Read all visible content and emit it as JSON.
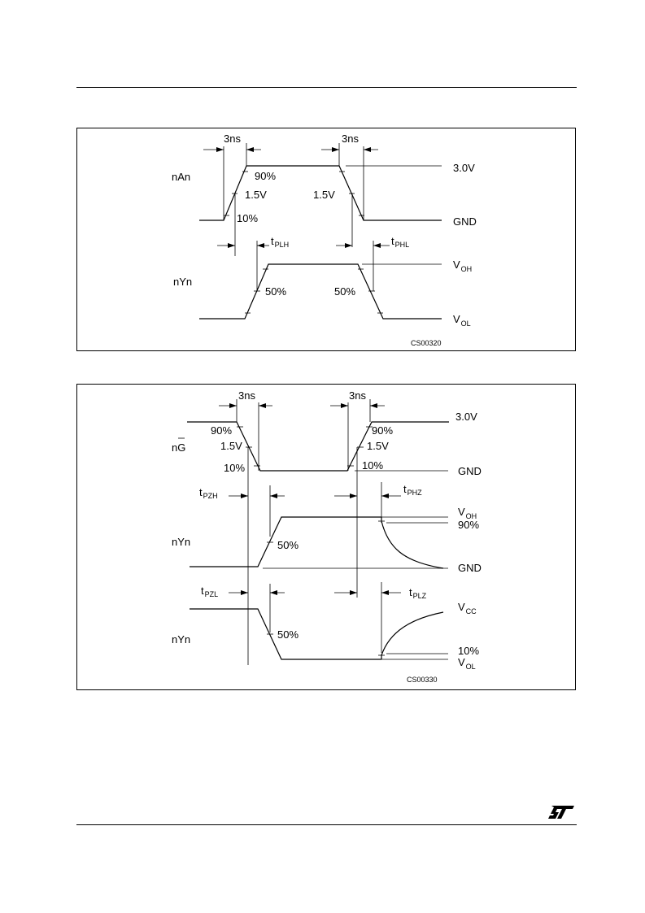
{
  "figure1": {
    "input_signal": "nAn",
    "output_signal": "nYn",
    "rise_time": "3ns",
    "fall_time": "3ns",
    "level_90": "90%",
    "level_15v_left": "1.5V",
    "level_15v_right": "1.5V",
    "level_10": "10%",
    "level_50_left": "50%",
    "level_50_right": "50%",
    "high_level": "3.0V",
    "low_level": "GND",
    "t_plh": {
      "main": "t",
      "sub": "PLH"
    },
    "t_phl": {
      "main": "t",
      "sub": "PHL"
    },
    "voh": {
      "main": "V",
      "sub": "OH"
    },
    "vol": {
      "main": "V",
      "sub": "OL"
    },
    "code": "CS00320"
  },
  "figure2": {
    "enable_signal": "nG",
    "output_signal_1": "nYn",
    "output_signal_2": "nYn",
    "rise_time": "3ns",
    "fall_time": "3ns",
    "level_90_left": "90%",
    "level_90_right": "90%",
    "level_15v_left": "1.5V",
    "level_15v_right": "1.5V",
    "level_10_left": "10%",
    "level_10_right": "10%",
    "high_level": "3.0V",
    "gnd_1": "GND",
    "gnd_2": "GND",
    "level_50_1": "50%",
    "level_50_2": "50%",
    "phz_90": "90%",
    "plz_10": "10%",
    "t_pzh": {
      "main": "t",
      "sub": "PZH"
    },
    "t_phz": {
      "main": "t",
      "sub": "PHZ"
    },
    "t_pzl": {
      "main": "t",
      "sub": "PZL"
    },
    "t_plz": {
      "main": "t",
      "sub": "PLZ"
    },
    "voh": {
      "main": "V",
      "sub": "OH"
    },
    "vcc": {
      "main": "V",
      "sub": "CC"
    },
    "vol": {
      "main": "V",
      "sub": "OL"
    },
    "code": "CS00330"
  },
  "logo_text": "ST"
}
